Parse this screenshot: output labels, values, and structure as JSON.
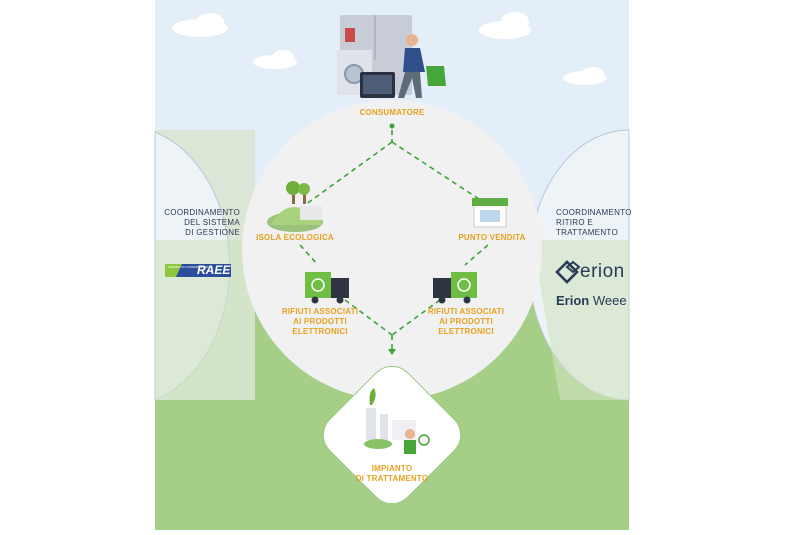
{
  "consumer": {
    "label": "CONSUMATORE"
  },
  "isola": {
    "label": "ISOLA ECOLOGICA"
  },
  "punto": {
    "label": "PUNTO VENDITA"
  },
  "rifiuti_left": {
    "lines": [
      "RIFIUTI ASSOCIATI",
      "AI PRODOTTI",
      "ELETTRONICI"
    ]
  },
  "rifiuti_right": {
    "lines": [
      "RIFIUTI ASSOCIATI",
      "AI PRODOTTI",
      "ELETTRONICI"
    ]
  },
  "impianto": {
    "lines": [
      "IMPIANTO",
      "DI TRATTAMENTO"
    ]
  },
  "left_panel": {
    "title_lines": [
      "COORDINAMENTO",
      "DEL SISTEMA",
      "DI GESTIONE"
    ],
    "logo_small": "CENTRO DI COORDINAMENTO",
    "logo_text": "RAEE"
  },
  "right_panel": {
    "title_lines": [
      "COORDINAMENTO",
      "RITIRO E",
      "TRATTAMENTO"
    ],
    "brand": "erion",
    "brand_sub_bold": "Erion",
    "brand_sub_light": "Weee"
  },
  "colors": {
    "sky": "#e3eef8",
    "ground": "#a5cf86",
    "ground_side": "#cde3bc",
    "circle": "#f1f1f1",
    "dash": "#3fa23a",
    "label": "#e8a21f",
    "navy": "#2a3b55",
    "truck": "#6fbe44"
  }
}
